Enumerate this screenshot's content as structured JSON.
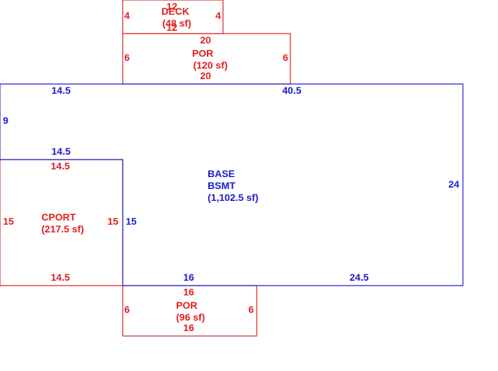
{
  "colors": {
    "addition": "#e31c1c",
    "main": "#1a1acc"
  },
  "deck": {
    "name": "DECK",
    "area": "(48 sf)",
    "top": "12",
    "bottom": "12",
    "left": "4",
    "right": "4"
  },
  "por_top": {
    "name": "POR",
    "area": "(120 sf)",
    "top": "20",
    "bottom": "20",
    "left": "6",
    "right": "6"
  },
  "base": {
    "name_line1": "BASE",
    "name_line2": "BSMT",
    "area": "(1,102.5 sf)",
    "top_left": "14.5",
    "top_right": "40.5",
    "left_upper": "9",
    "step": "14.5",
    "right": "24",
    "inner": "15",
    "bottom_left": "16",
    "bottom_right": "24.5"
  },
  "cport": {
    "name": "CPORT",
    "area": "(217.5 sf)",
    "top": "14.5",
    "bottom": "14.5",
    "left": "15",
    "right": "15"
  },
  "por_bottom": {
    "name": "POR",
    "area": "(96 sf)",
    "top": "16",
    "bottom": "16",
    "left": "6",
    "right": "6"
  }
}
